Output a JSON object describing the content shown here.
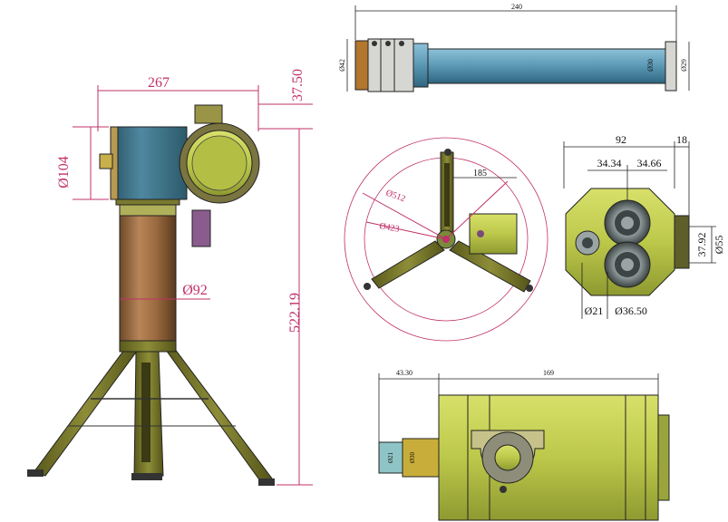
{
  "views": {
    "side_view": {
      "width_label": "267",
      "top_offset_label": "37.50",
      "head_diameter_label": "Ø104",
      "body_diameter_label": "Ø92",
      "height_label": "522.19"
    },
    "tube_view": {
      "length_label": "240",
      "left_diameter_label": "Ø42",
      "mid_diameter_label": "Ø30",
      "right_diameter_label": "Ø29"
    },
    "plan_view": {
      "radius_label": "185",
      "outer_circle_label": "Ø512",
      "inner_circle_label": "Ø423"
    },
    "end_view": {
      "width_label": "92",
      "flange_label": "18",
      "left_offset_label": "34.34",
      "right_offset_label": "34.66",
      "height_label": "37.92",
      "outer_diameter_label": "Ø55",
      "small_bore_label": "Ø21",
      "large_bore_label": "Ø36.50"
    },
    "body_view": {
      "stem_length_label": "43.30",
      "body_length_label": "169",
      "stem_diameter_label": "Ø21",
      "collar_diameter_label": "Ø30"
    }
  },
  "colors": {
    "dimension_magenta": "#c0306a",
    "tripod_olive": "#7a7a2c",
    "housing_yellow": "#bcc84a",
    "head_blue": "#3f7488",
    "tube_blue": "#5f9cb8",
    "body_bronze": "#9a6a3e"
  }
}
